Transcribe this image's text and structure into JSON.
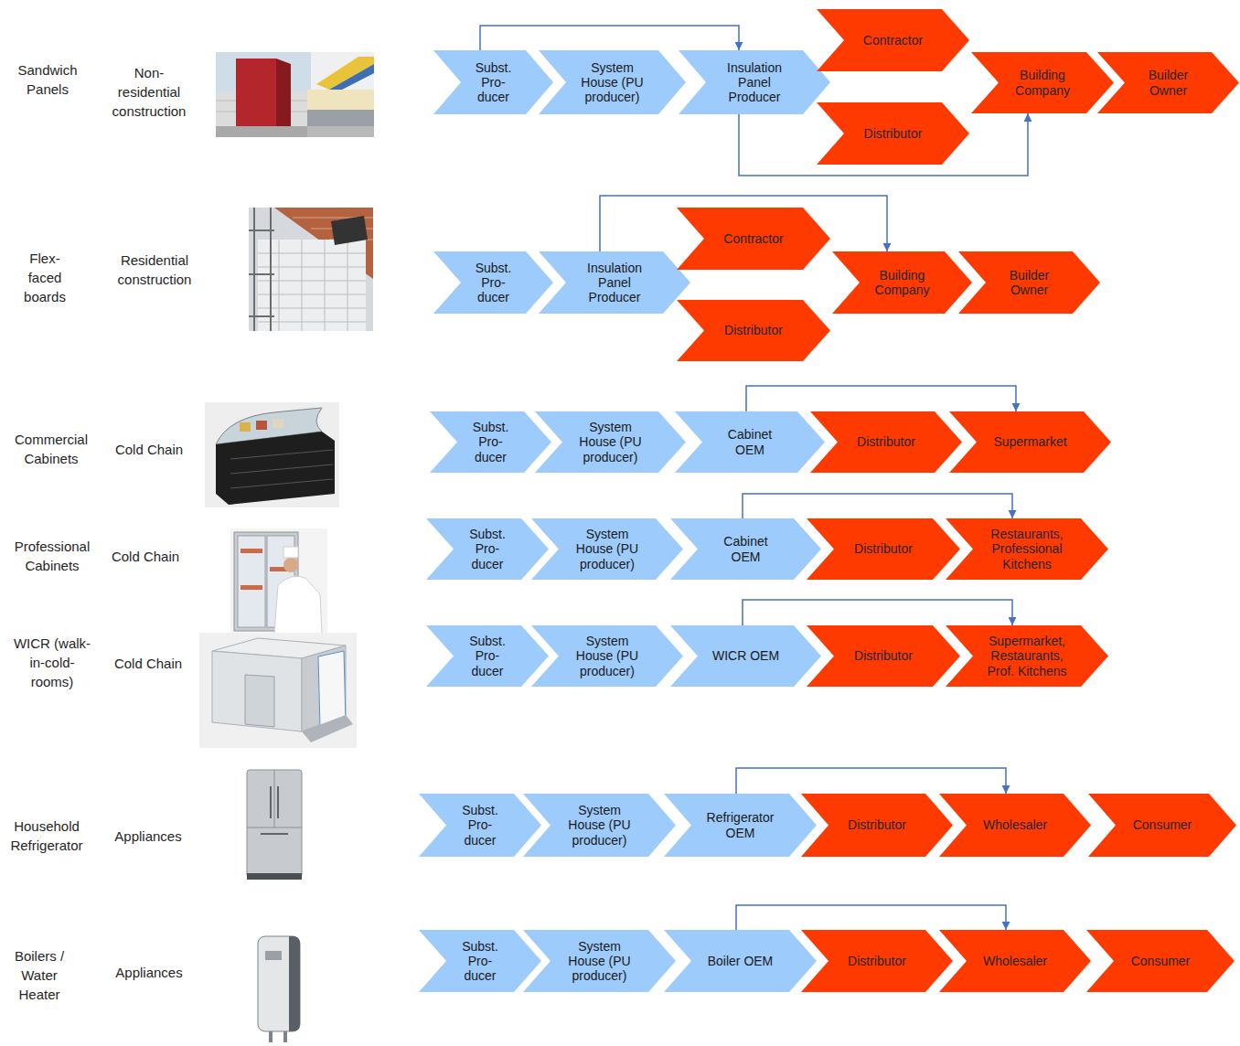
{
  "diagram": {
    "nodes": [
      {
        "text": [
          "Subst. Pro- ducer"
        ]
      },
      {
        "text": [
          "System House (PU producer)"
        ]
      },
      {
        "text": [
          "Insulation Panel Producer"
        ]
      },
      {
        "text": [
          "Contractor"
        ]
      },
      {
        "text": [
          "Distributor"
        ]
      },
      {
        "text": [
          "Building Company"
        ]
      },
      {
        "text": [
          "Builder Owner"
        ]
      },
      {
        "text": [
          "Subst. Pro- ducer"
        ]
      },
      {
        "text": [
          "Insulation Panel Producer"
        ]
      },
      {
        "text": [
          "Contractor"
        ]
      },
      {
        "text": [
          "Distributor"
        ]
      },
      {
        "text": [
          "Building Company"
        ]
      },
      {
        "text": [
          "Builder Owner"
        ]
      },
      {
        "text": [
          "Subst. Pro- ducer"
        ]
      },
      {
        "text": [
          "System House (PU producer)"
        ]
      },
      {
        "text": [
          "Cabinet OEM"
        ]
      },
      {
        "text": [
          "Distributor"
        ]
      },
      {
        "text": [
          "Supermarket"
        ]
      },
      {
        "text": [
          "Subst. Pro- ducer"
        ]
      },
      {
        "text": [
          "System House (PU producer)"
        ]
      },
      {
        "text": [
          "Cabinet OEM"
        ]
      },
      {
        "text": [
          "Distributor"
        ]
      },
      {
        "text": [
          "Restaurants, Professional Kitchens"
        ]
      },
      {
        "text": [
          "Subst. Pro- ducer"
        ]
      },
      {
        "text": [
          "System House (PU producer)"
        ]
      },
      {
        "text": [
          "WICR OEM"
        ]
      },
      {
        "text": [
          "Distributor"
        ]
      },
      {
        "text": [
          "Supermarket, Restaurants, Prof. Kitchens"
        ]
      },
      {
        "text": [
          "Subst. Pro- ducer"
        ]
      },
      {
        "text": [
          "System House (PU producer)"
        ]
      },
      {
        "text": [
          "Refrigerator OEM"
        ]
      },
      {
        "text": [
          "Distributor"
        ]
      },
      {
        "text": [
          "Wholesaler"
        ]
      },
      {
        "text": [
          "Consumer"
        ]
      },
      {
        "text": [
          "Subst. Pro- ducer"
        ]
      },
      {
        "text": [
          "System House (PU producer)"
        ]
      },
      {
        "text": [
          "Boiler OEM"
        ]
      },
      {
        "text": [
          "Distributor"
        ]
      },
      {
        "text": [
          "Wholesaler"
        ]
      },
      {
        "text": [
          "Consumer"
        ]
      }
    ],
    "edges": [
      {
        "from": 0,
        "to": 2,
        "arrow": "to"
      },
      {
        "from": 2,
        "to": 5,
        "arrow": "to"
      },
      {
        "from": 8,
        "to": 11,
        "arrow": "to"
      },
      {
        "from": 15,
        "to": 17,
        "arrow": "to"
      },
      {
        "from": 20,
        "to": 22,
        "arrow": "to"
      },
      {
        "from": 25,
        "to": 27,
        "arrow": "to"
      },
      {
        "from": 30,
        "to": 32,
        "arrow": "to"
      },
      {
        "from": 36,
        "to": 38,
        "arrow": "to"
      }
    ],
    "labels": [
      "Sandwich Panels",
      "Non- residential construction",
      "Flex- faced boards",
      "Residential construction",
      "Commercial Cabinets",
      "Cold Chain",
      "Professional Cabinets",
      "Cold Chain",
      "WICR (walk- in-cold- rooms)",
      "Cold Chain",
      "Household Refrigerator",
      "Appliances",
      "Boilers / Water Heater",
      "Appliances"
    ]
  }
}
